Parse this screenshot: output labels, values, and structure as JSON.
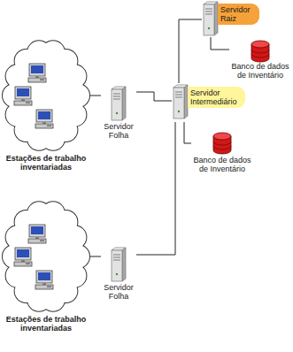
{
  "diagram": {
    "nodes": [
      {
        "text": [
          "Servidor Raiz"
        ]
      },
      {
        "text": [
          "Banco de dados de Inventário"
        ]
      },
      {
        "text": [
          "Servidor Intermediário"
        ]
      },
      {
        "text": [
          "Banco de dados de Inventário"
        ]
      },
      {
        "text": [
          "Estações de trabalho inventariadas"
        ]
      },
      {
        "text": [
          "Servidor Folha"
        ]
      },
      {
        "text": [
          "Estações de trabalho inventariadas"
        ]
      },
      {
        "text": [
          "Servidor Folha"
        ]
      }
    ],
    "edges": [
      {
        "from": 0,
        "to": 1,
        "arrow": "none"
      },
      {
        "from": 2,
        "to": 0,
        "arrow": "none"
      },
      {
        "from": 2,
        "to": 3,
        "arrow": "none"
      },
      {
        "from": 4,
        "to": 5,
        "arrow": "none"
      },
      {
        "from": 5,
        "to": 2,
        "arrow": "none"
      },
      {
        "from": 6,
        "to": 7,
        "arrow": "none"
      },
      {
        "from": 7,
        "to": 2,
        "arrow": "none"
      }
    ]
  }
}
